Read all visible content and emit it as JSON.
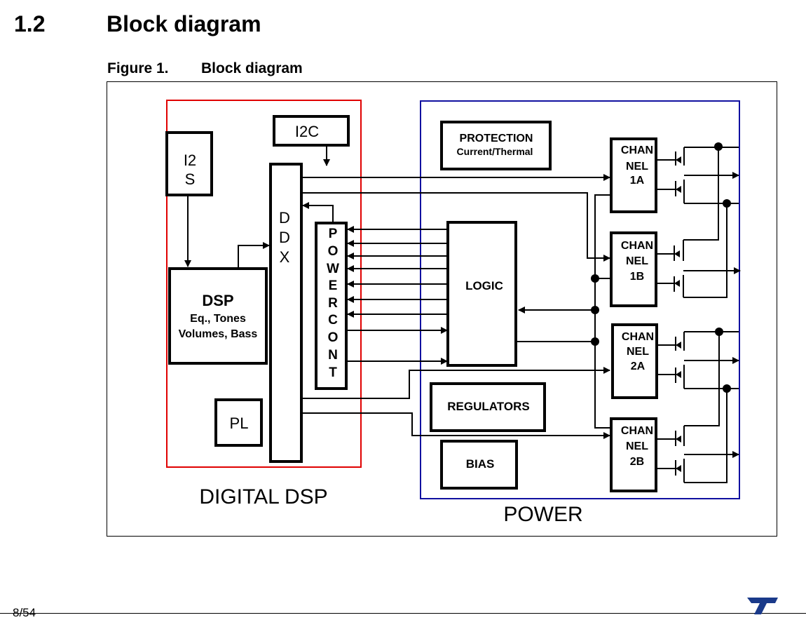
{
  "section": {
    "number": "1.2",
    "title": "Block diagram"
  },
  "figure": {
    "number": "Figure 1.",
    "title": "Block diagram"
  },
  "diagram": {
    "groups": {
      "digital_dsp": {
        "label": "DIGITAL DSP",
        "color": "#e00000"
      },
      "power": {
        "label": "POWER",
        "color": "#1010a0"
      }
    },
    "blocks": {
      "i2c": "I2C",
      "i2s": [
        "I2",
        "S"
      ],
      "ddx": [
        "D",
        "D",
        "X"
      ],
      "powercont": [
        "P",
        "O",
        "W",
        "E",
        "R",
        "C",
        "O",
        "N",
        "T"
      ],
      "dsp": {
        "title": "DSP",
        "line1": "Eq., Tones",
        "line2": "Volumes, Bass"
      },
      "pl": "PL",
      "protection": {
        "line1": "PROTECTION",
        "line2": "Current/Thermal"
      },
      "logic": "LOGIC",
      "regulators": "REGULATORS",
      "bias": "BIAS",
      "channel_1a": [
        "CHAN",
        "NEL",
        "1A"
      ],
      "channel_1b": [
        "CHAN",
        "NEL",
        "1B"
      ],
      "channel_2a": [
        "CHAN",
        "NEL",
        "2A"
      ],
      "channel_2b": [
        "CHAN",
        "NEL",
        "2B"
      ]
    }
  },
  "footer": {
    "page": "8/54",
    "logo": "st-logo",
    "logo_color": "#1a3a8a"
  }
}
